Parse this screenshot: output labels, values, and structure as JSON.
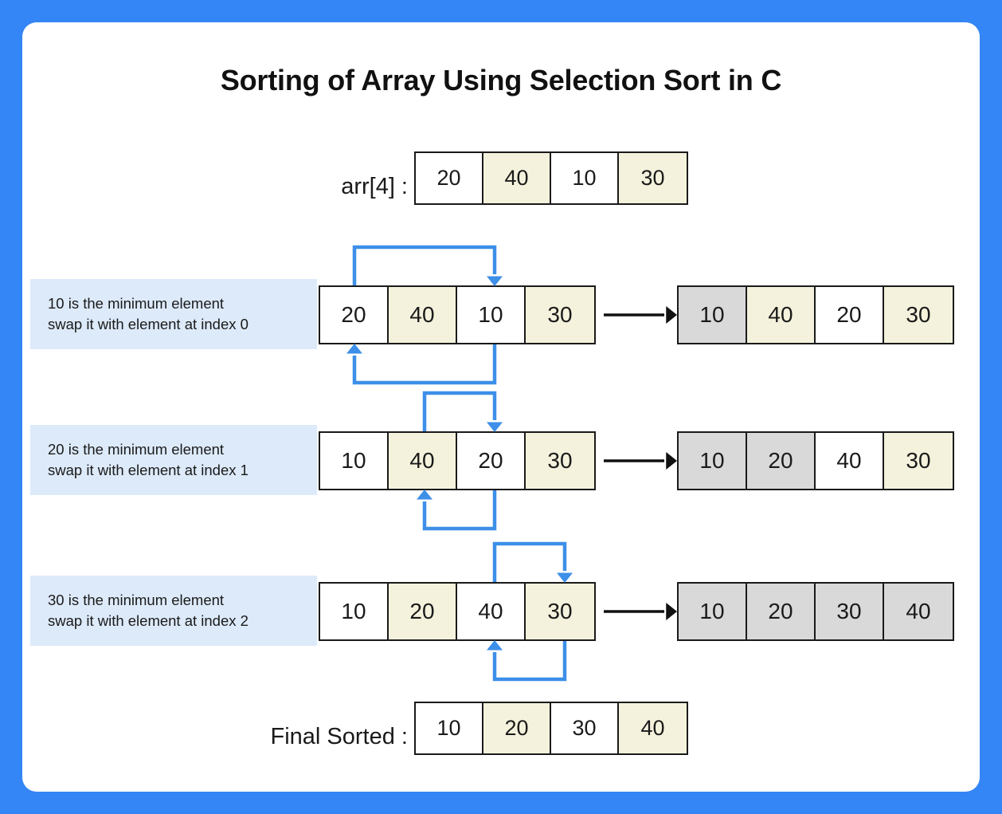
{
  "page": {
    "title": "Sorting of Array Using Selection Sort in C",
    "frame_color": "#3485f5",
    "card_color": "#ffffff"
  },
  "colors": {
    "cell_white": "#ffffff",
    "cell_cream": "#f4f2dc",
    "cell_sorted_gray": "#d9d9d9",
    "note_background": "#ddeafa",
    "swap_arrow": "#3d8fe8",
    "flow_arrow": "#111111",
    "border": "#1a1a1a"
  },
  "input_row": {
    "label": "arr[4] :",
    "cells": [
      {
        "value": "20",
        "fill": "white"
      },
      {
        "value": "40",
        "fill": "cream"
      },
      {
        "value": "10",
        "fill": "white"
      },
      {
        "value": "30",
        "fill": "cream"
      }
    ]
  },
  "steps": [
    {
      "note_line1": "10 is the minimum element",
      "note_line2": "swap it with element at index 0",
      "before": [
        {
          "value": "20",
          "fill": "white"
        },
        {
          "value": "40",
          "fill": "cream"
        },
        {
          "value": "10",
          "fill": "white"
        },
        {
          "value": "30",
          "fill": "cream"
        }
      ],
      "after": [
        {
          "value": "10",
          "fill": "gray"
        },
        {
          "value": "40",
          "fill": "cream"
        },
        {
          "value": "20",
          "fill": "white"
        },
        {
          "value": "30",
          "fill": "cream"
        }
      ],
      "swap_from_index": 0,
      "swap_to_index": 2
    },
    {
      "note_line1": "20 is the minimum element",
      "note_line2": "swap it with element at index 1",
      "before": [
        {
          "value": "10",
          "fill": "white"
        },
        {
          "value": "40",
          "fill": "cream"
        },
        {
          "value": "20",
          "fill": "white"
        },
        {
          "value": "30",
          "fill": "cream"
        }
      ],
      "after": [
        {
          "value": "10",
          "fill": "gray"
        },
        {
          "value": "20",
          "fill": "gray"
        },
        {
          "value": "40",
          "fill": "white"
        },
        {
          "value": "30",
          "fill": "cream"
        }
      ],
      "swap_from_index": 1,
      "swap_to_index": 2
    },
    {
      "note_line1": "30 is the minimum element",
      "note_line2": "swap it with element at index 2",
      "before": [
        {
          "value": "10",
          "fill": "white"
        },
        {
          "value": "20",
          "fill": "cream"
        },
        {
          "value": "40",
          "fill": "white"
        },
        {
          "value": "30",
          "fill": "cream"
        }
      ],
      "after": [
        {
          "value": "10",
          "fill": "gray"
        },
        {
          "value": "20",
          "fill": "gray"
        },
        {
          "value": "30",
          "fill": "gray"
        },
        {
          "value": "40",
          "fill": "gray"
        }
      ],
      "swap_from_index": 2,
      "swap_to_index": 3
    }
  ],
  "final_row": {
    "label": "Final Sorted :",
    "cells": [
      {
        "value": "10",
        "fill": "white"
      },
      {
        "value": "20",
        "fill": "cream"
      },
      {
        "value": "30",
        "fill": "white"
      },
      {
        "value": "40",
        "fill": "cream"
      }
    ]
  }
}
